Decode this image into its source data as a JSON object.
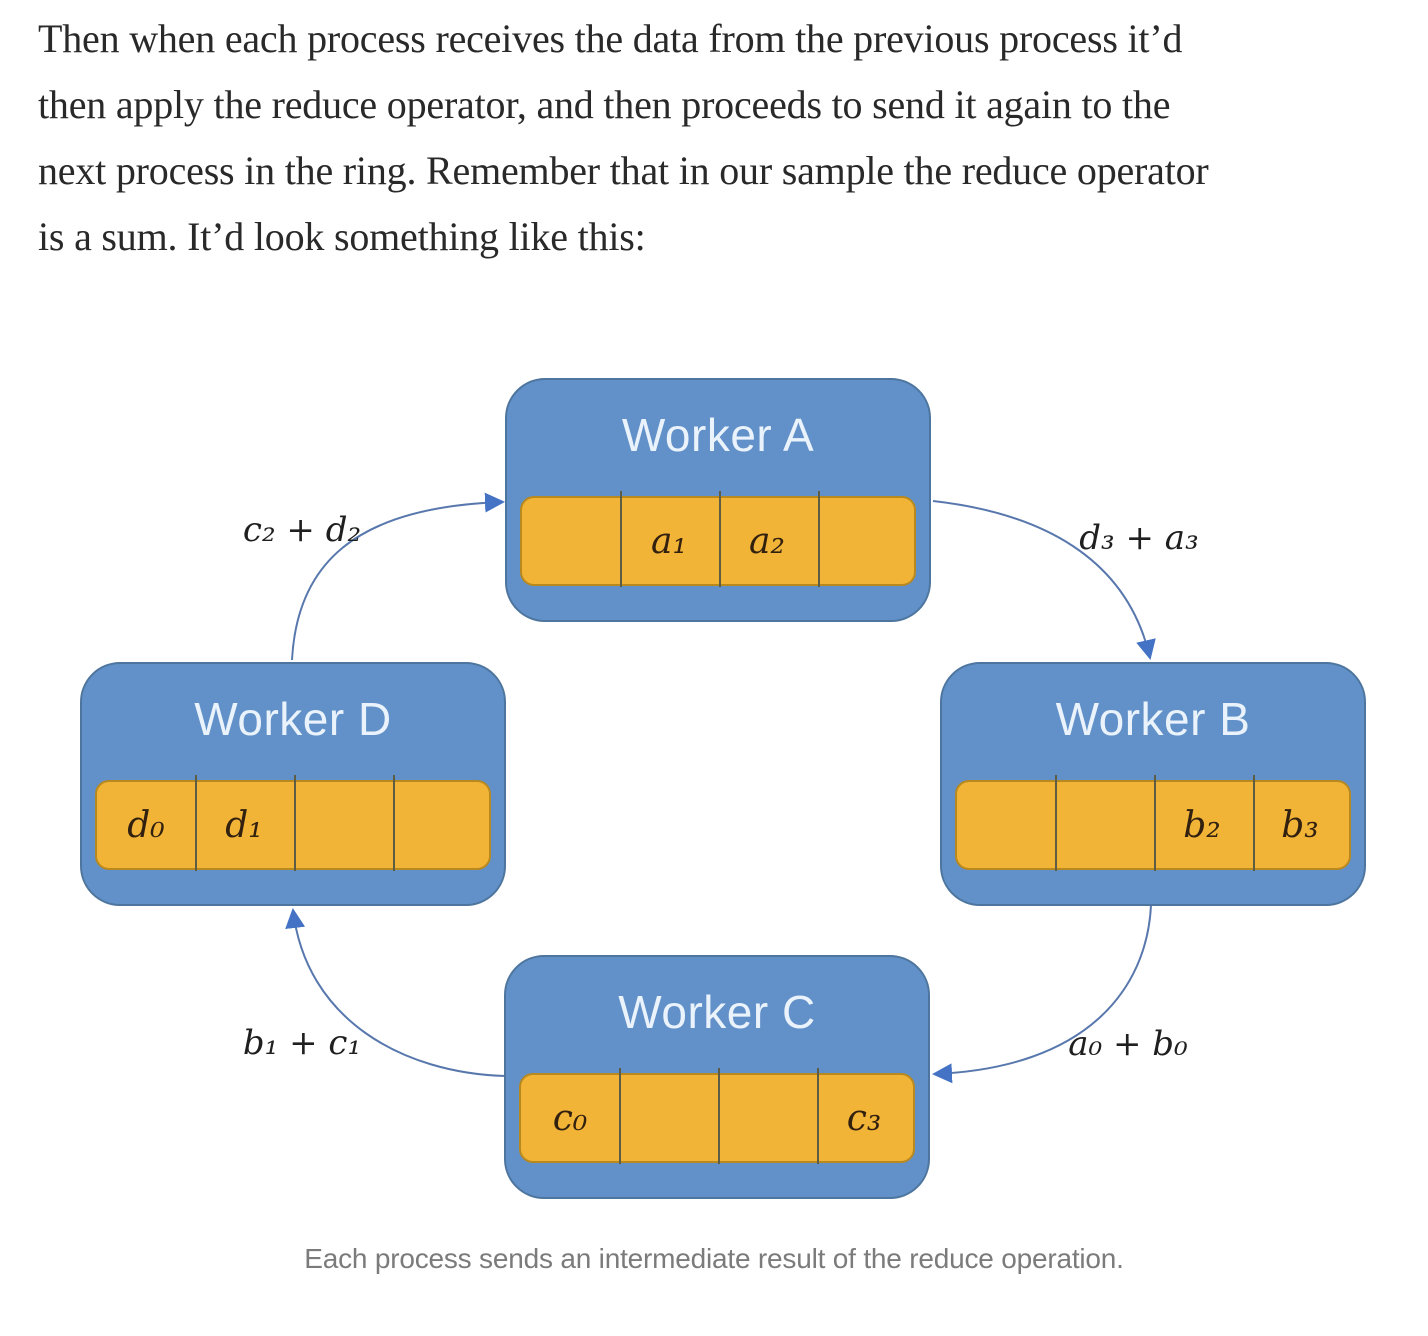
{
  "paragraph": {
    "lines": [
      "Then when each process receives the data from the previous process it’d",
      "then apply the reduce operator, and then proceeds to send it again to the",
      "next process in the ring. Remember that in our sample the reduce operator",
      "is a sum. It’d look something like this:"
    ]
  },
  "diagram": {
    "workers": [
      {
        "id": "A",
        "title": "Worker A",
        "cells": [
          "",
          "a₁",
          "a₂",
          ""
        ]
      },
      {
        "id": "B",
        "title": "Worker B",
        "cells": [
          "",
          "",
          "b₂",
          "b₃"
        ]
      },
      {
        "id": "C",
        "title": "Worker C",
        "cells": [
          "c₀",
          "",
          "",
          "c₃"
        ]
      },
      {
        "id": "D",
        "title": "Worker D",
        "cells": [
          "d₀",
          "d₁",
          "",
          ""
        ]
      }
    ],
    "edges": [
      {
        "from": "Worker D",
        "to": "Worker A",
        "label": "c₂ + d₂"
      },
      {
        "from": "Worker A",
        "to": "Worker B",
        "label": "d₃ + a₃"
      },
      {
        "from": "Worker B",
        "to": "Worker C",
        "label": "a₀ + b₀"
      },
      {
        "from": "Worker C",
        "to": "Worker D",
        "label": "b₁ + c₁"
      }
    ],
    "colors": {
      "box_fill": "#6191C8",
      "box_border": "#4E759E",
      "bar_fill": "#F2B437",
      "bar_border": "#B8891E",
      "cell_divider": "#5D5C44",
      "arrow_line": "#5878AD",
      "arrow_head": "#4472C4",
      "title_text": "#EAF2FB",
      "cell_text": "#33210F",
      "caption_text": "#7B7B7B"
    }
  },
  "caption": "Each process sends an intermediate result of the reduce operation."
}
